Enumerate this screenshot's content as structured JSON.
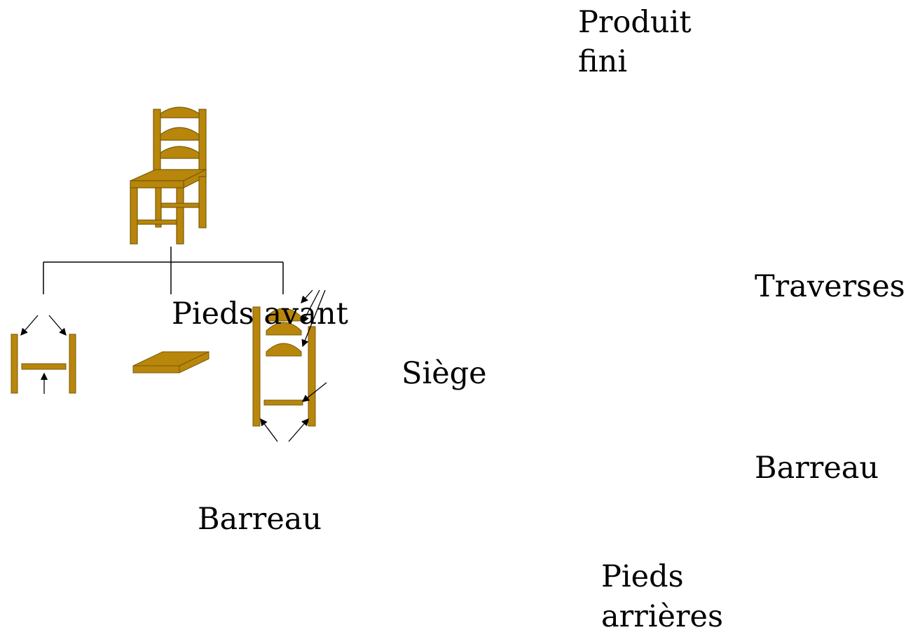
{
  "diagram": {
    "labels": {
      "finished_product_line1": "Produit",
      "finished_product_line2": "fini",
      "front_legs": "Pieds avant",
      "crossbars": "Traverses",
      "seat": "Siège",
      "rung_right": "Barreau",
      "rung_left": "Barreau",
      "rear_legs_line1": "Pieds",
      "rear_legs_line2": "arrières"
    },
    "colors": {
      "wood": "#b8860b",
      "wood_dark": "#7a5a08",
      "line": "#000000",
      "text": "#000000",
      "background": "#ffffff"
    }
  }
}
